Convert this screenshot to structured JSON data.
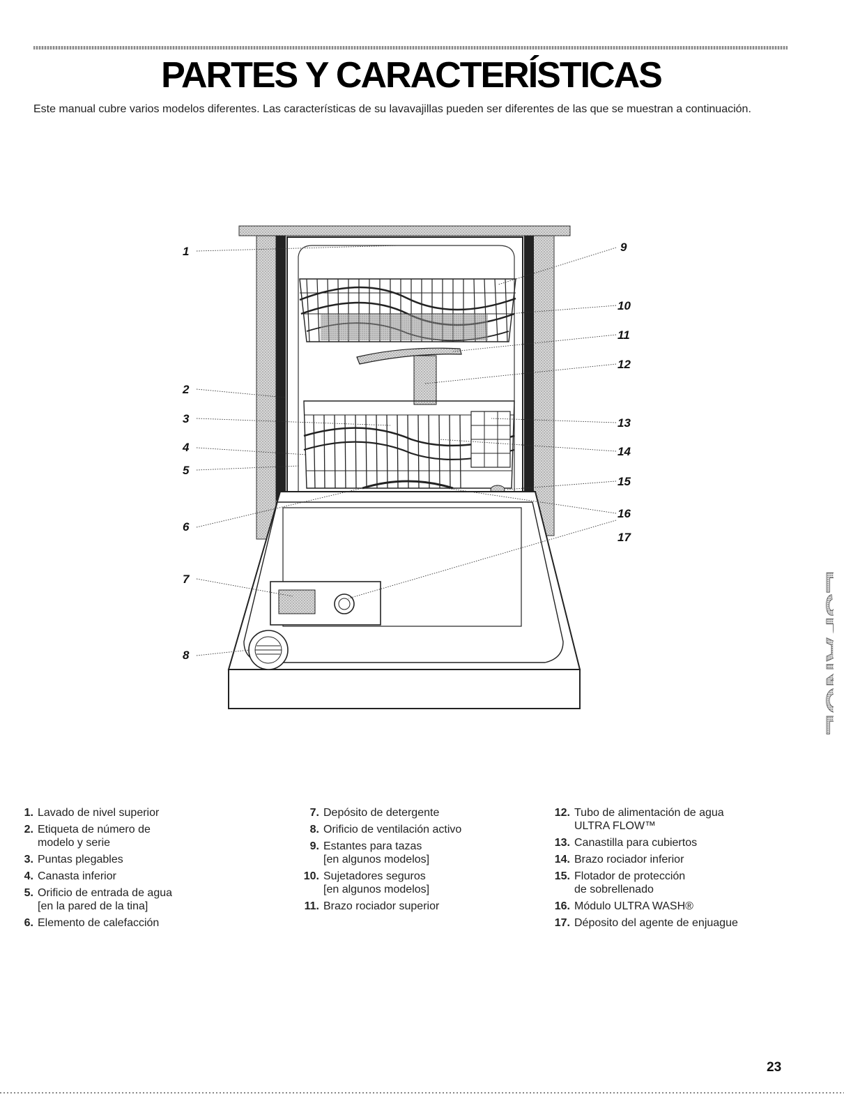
{
  "header": {
    "title": "PARTES Y CARACTERÍSTICAS",
    "intro": "Este manual cubre varios modelos diferentes. Las características de su lavavajillas pueden ser diferentes de las que se muestran a continuación."
  },
  "diagram": {
    "callouts": [
      "1",
      "2",
      "3",
      "4",
      "5",
      "6",
      "7",
      "8",
      "9",
      "10",
      "11",
      "12",
      "13",
      "14",
      "15",
      "16",
      "17"
    ]
  },
  "side_tab": {
    "text": "ESPAÑOL"
  },
  "legend": {
    "col1": [
      {
        "num": "1.",
        "line1": "Lavado de nivel superior",
        "line2": ""
      },
      {
        "num": "2.",
        "line1": "Etiqueta de número de",
        "line2": "modelo y serie"
      },
      {
        "num": "3.",
        "line1": "Puntas plegables",
        "line2": ""
      },
      {
        "num": "4.",
        "line1": "Canasta inferior",
        "line2": ""
      },
      {
        "num": "5.",
        "line1": "Orificio de entrada de agua",
        "line2": "[en la pared de la tina]"
      },
      {
        "num": "6.",
        "line1": "Elemento de calefacción",
        "line2": ""
      }
    ],
    "col2": [
      {
        "num": "7.",
        "line1": "Depósito de detergente",
        "line2": ""
      },
      {
        "num": "8.",
        "line1": "Orificio de ventilación activo",
        "line2": ""
      },
      {
        "num": "9.",
        "line1": "Estantes para tazas",
        "line2": "[en algunos modelos]"
      },
      {
        "num": "10.",
        "line1": "Sujetadores seguros",
        "line2": "[en algunos modelos]"
      },
      {
        "num": "11.",
        "line1": "Brazo rociador superior",
        "line2": ""
      }
    ],
    "col3": [
      {
        "num": "12.",
        "line1": "Tubo de alimentación de agua",
        "line2": "ULTRA FLOW™"
      },
      {
        "num": "13.",
        "line1": "Canastilla para cubiertos",
        "line2": ""
      },
      {
        "num": "14.",
        "line1": "Brazo rociador inferior",
        "line2": ""
      },
      {
        "num": "15.",
        "line1": "Flotador de protección",
        "line2": "de sobrellenado"
      },
      {
        "num": "16.",
        "line1": "Módulo ULTRA WASH®",
        "line2": ""
      },
      {
        "num": "17.",
        "line1": "Déposito del agente de enjuague",
        "line2": ""
      }
    ]
  },
  "footer": {
    "page_number": "23"
  }
}
